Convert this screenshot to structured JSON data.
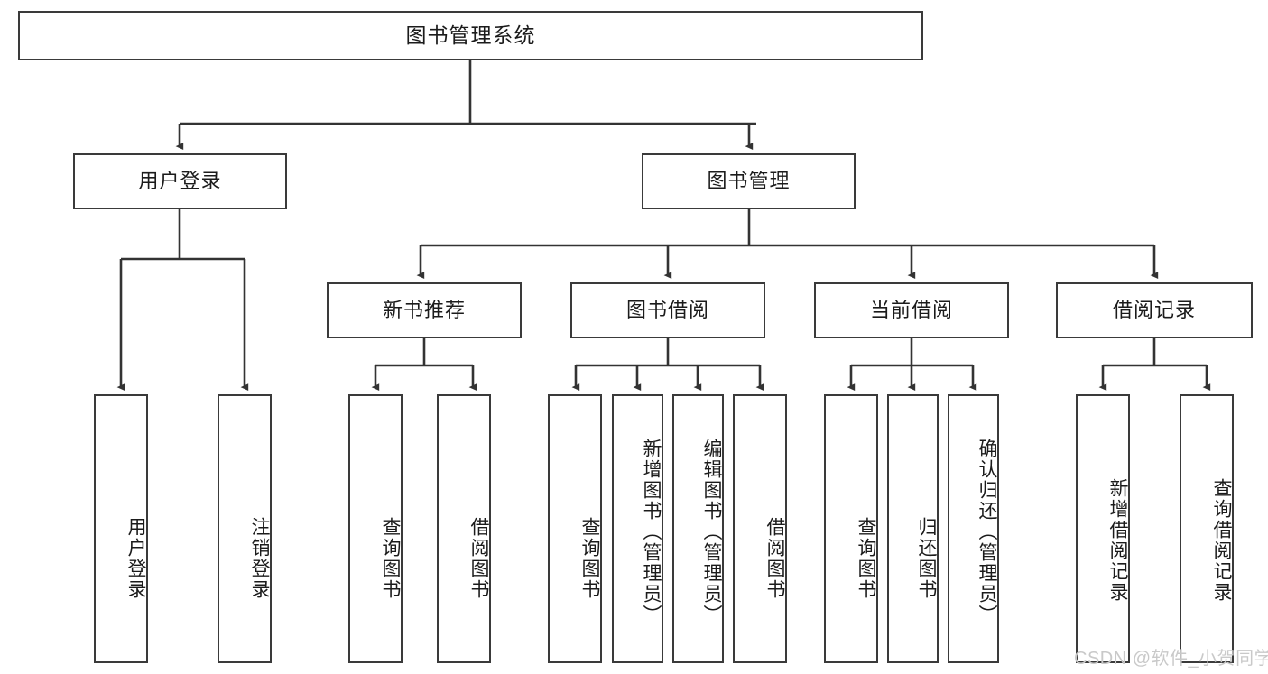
{
  "diagram": {
    "type": "tree",
    "title": "图书管理系统",
    "watermark": "CSDN @软件_小贺同学",
    "colors": {
      "box_border": "#3a3a3a",
      "box_fill": "#ffffff",
      "edge": "#333333",
      "text": "#1b1b1b",
      "watermark": "#c9c9c9",
      "background": "#ffffff"
    },
    "levels": {
      "level0": [
        "图书管理系统"
      ],
      "level1": [
        "用户登录",
        "图书管理"
      ],
      "level2": [
        "新书推荐",
        "图书借阅",
        "当前借阅",
        "借阅记录"
      ],
      "level3": [
        "用户登录",
        "注销登录",
        "查询图书",
        "借阅图书",
        "查询图书",
        "新增图书（管理员）",
        "编辑图书（管理员）",
        "借阅图书",
        "查询图书",
        "归还图书",
        "确认归还（管理员）",
        "新增借阅记录",
        "查询借阅记录"
      ]
    },
    "nodes": {
      "root": {
        "label": "图书管理系统"
      },
      "user_login": {
        "label": "用户登录"
      },
      "book_mgmt": {
        "label": "图书管理"
      },
      "new_book_rec": {
        "label": "新书推荐"
      },
      "book_borrow": {
        "label": "图书借阅"
      },
      "current_borrow": {
        "label": "当前借阅"
      },
      "borrow_record": {
        "label": "借阅记录"
      },
      "leaf_user_login": {
        "label": "用户登录"
      },
      "leaf_logout": {
        "label": "注销登录"
      },
      "leaf_query_book_1": {
        "label": "查询图书"
      },
      "leaf_borrow_book_1": {
        "label": "借阅图书"
      },
      "leaf_query_book_2": {
        "label": "查询图书"
      },
      "leaf_add_book": {
        "label": "新增图书（管理员）"
      },
      "leaf_edit_book": {
        "label": "编辑图书（管理员）"
      },
      "leaf_borrow_book_2": {
        "label": "借阅图书"
      },
      "leaf_query_book_3": {
        "label": "查询图书"
      },
      "leaf_return_book": {
        "label": "归还图书"
      },
      "leaf_confirm_return": {
        "label": "确认归还（管理员）"
      },
      "leaf_add_record": {
        "label": "新增借阅记录"
      },
      "leaf_query_record": {
        "label": "查询借阅记录"
      }
    },
    "edges": [
      {
        "from": "root",
        "to": "user_login"
      },
      {
        "from": "root",
        "to": "book_mgmt"
      },
      {
        "from": "book_mgmt",
        "to": "new_book_rec"
      },
      {
        "from": "book_mgmt",
        "to": "book_borrow"
      },
      {
        "from": "book_mgmt",
        "to": "current_borrow"
      },
      {
        "from": "book_mgmt",
        "to": "borrow_record"
      },
      {
        "from": "user_login",
        "to": "leaf_user_login"
      },
      {
        "from": "user_login",
        "to": "leaf_logout"
      },
      {
        "from": "new_book_rec",
        "to": "leaf_query_book_1"
      },
      {
        "from": "new_book_rec",
        "to": "leaf_borrow_book_1"
      },
      {
        "from": "book_borrow",
        "to": "leaf_query_book_2"
      },
      {
        "from": "book_borrow",
        "to": "leaf_add_book"
      },
      {
        "from": "book_borrow",
        "to": "leaf_edit_book"
      },
      {
        "from": "book_borrow",
        "to": "leaf_borrow_book_2"
      },
      {
        "from": "current_borrow",
        "to": "leaf_query_book_3"
      },
      {
        "from": "current_borrow",
        "to": "leaf_return_book"
      },
      {
        "from": "current_borrow",
        "to": "leaf_confirm_return"
      },
      {
        "from": "borrow_record",
        "to": "leaf_add_record"
      },
      {
        "from": "borrow_record",
        "to": "leaf_query_record"
      }
    ]
  }
}
